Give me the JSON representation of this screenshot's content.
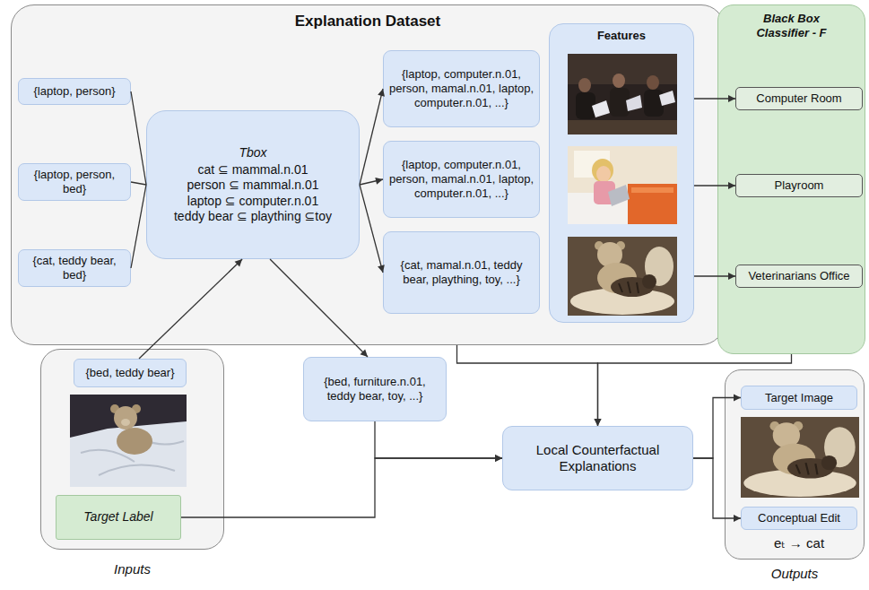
{
  "diagram": {
    "nodes": [
      {
        "text": [
          "Explanation Dataset"
        ]
      },
      {
        "text": [
          "{laptop, person}"
        ],
        "in": 0
      },
      {
        "text": [
          "{laptop, person, bed}"
        ],
        "in": 0
      },
      {
        "text": [
          "{cat, teddy bear, bed}"
        ],
        "in": 0
      },
      {
        "text": [
          "Tbox",
          "cat ⊆ mammal.n.01",
          "person ⊆ mammal.n.01",
          "laptop ⊆ computer.n.01",
          "teddy bear ⊆ plaything ⊆toy"
        ],
        "in": 0
      },
      {
        "text": [
          "{laptop, computer.n.01, person, mamal.n.01, laptop, computer.n.01, ...}"
        ],
        "in": 0
      },
      {
        "text": [
          "{laptop, computer.n.01, person, mamal.n.01, laptop, computer.n.01, ...}"
        ],
        "in": 0
      },
      {
        "text": [
          "{cat, mamal.n.01, teddy bear, plaything, toy, ...}"
        ],
        "in": 0
      },
      {
        "text": [
          "Features"
        ],
        "in": 0
      },
      {
        "text": [
          "Black Box Classifier - F"
        ]
      },
      {
        "text": [
          "Computer Room"
        ],
        "in": 9
      },
      {
        "text": [
          "Playroom"
        ],
        "in": 9
      },
      {
        "text": [
          "Veterinarians Office"
        ],
        "in": 9
      },
      {
        "text": [
          "Inputs"
        ]
      },
      {
        "text": [
          "{bed, teddy bear}"
        ],
        "in": 13
      },
      {
        "text": [
          "Target Label"
        ],
        "in": 13
      },
      {
        "text": [
          "{bed, furniture.n.01, teddy bear, toy, ...}"
        ]
      },
      {
        "text": [
          "Local Counterfactual Explanations"
        ]
      },
      {
        "text": [
          "Outputs"
        ]
      },
      {
        "text": [
          "Target Image"
        ],
        "in": 18
      },
      {
        "text": [
          "Conceptual Edit"
        ],
        "in": 18
      }
    ],
    "edges": [
      {
        "from": 1,
        "to": 4,
        "arrow": "none"
      },
      {
        "from": 2,
        "to": 4,
        "arrow": "none"
      },
      {
        "from": 3,
        "to": 4,
        "arrow": "none"
      },
      {
        "from": 4,
        "to": 5,
        "arrow": "to"
      },
      {
        "from": 4,
        "to": 6,
        "arrow": "to"
      },
      {
        "from": 4,
        "to": 7,
        "arrow": "to"
      },
      {
        "from": 8,
        "to": 10,
        "arrow": "to"
      },
      {
        "from": 8,
        "to": 11,
        "arrow": "to"
      },
      {
        "from": 8,
        "to": 12,
        "arrow": "to"
      },
      {
        "from": 14,
        "to": 4,
        "arrow": "to"
      },
      {
        "from": 4,
        "to": 16,
        "arrow": "to"
      },
      {
        "from": 0,
        "to": 17,
        "arrow": "to"
      },
      {
        "from": 9,
        "to": 17,
        "arrow": "to"
      },
      {
        "from": 16,
        "to": 17,
        "arrow": "to"
      },
      {
        "from": 15,
        "to": 17,
        "arrow": "to"
      },
      {
        "from": 17,
        "to": 19,
        "arrow": "to"
      },
      {
        "from": 17,
        "to": 20,
        "arrow": "to"
      }
    ],
    "labels": [
      "eₜ → cat"
    ]
  }
}
